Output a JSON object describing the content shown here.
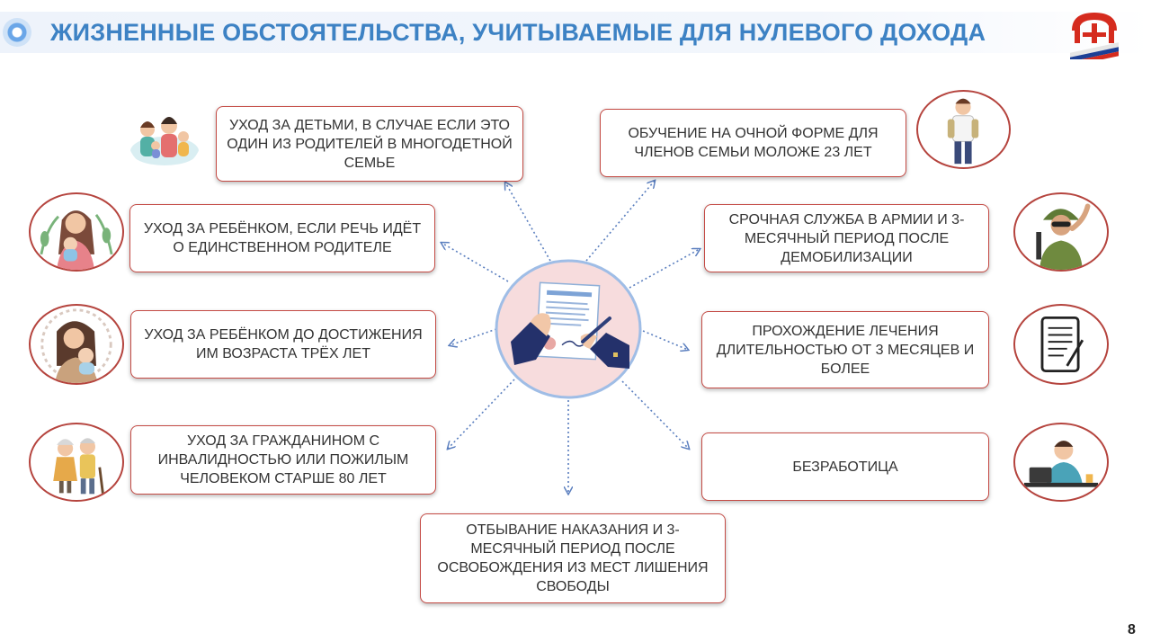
{
  "header": {
    "title": "ЖИЗНЕННЫЕ ОБСТОЯТЕЛЬСТВА, УЧИТЫВАЕМЫЕ ДЛЯ НУЛЕВОГО ДОХОДА"
  },
  "logo": {
    "icon": "pfr-logo-icon",
    "colors": {
      "red": "#d52b1e",
      "blue": "#1c3f95",
      "white": "#ffffff"
    }
  },
  "colors": {
    "title": "#3d82c4",
    "card_border": "#c44a44",
    "icon_border": "#b5443e",
    "arrow": "#5b7fbf"
  },
  "left_items": [
    {
      "id": "children-large-family",
      "text": "Уход за детьми, в случае  если это один из родителей в многодетной семье",
      "icon": "family-icon"
    },
    {
      "id": "child-single-parent",
      "text": "Уход за ребёнком, если речь идёт о единственном родителе",
      "icon": "mother-child-icon"
    },
    {
      "id": "child-under-three",
      "text": "Уход за ребёнком до достижения им возраста трёх лет",
      "icon": "baby-care-icon"
    },
    {
      "id": "disabled-or-elderly",
      "text": "Уход за гражданином с инвалидностью или пожилым человеком старше 80 лет",
      "icon": "elderly-couple-icon"
    }
  ],
  "right_items": [
    {
      "id": "full-time-study",
      "text": "Обучение на очной форме для членов семьи моложе 23 лет",
      "icon": "student-icon"
    },
    {
      "id": "military-service",
      "text": "Срочная служба в армии и 3-месячный период после демобилизации",
      "icon": "soldier-icon"
    },
    {
      "id": "long-treatment",
      "text": "Прохождение лечения длительностью от 3 месяцев и более",
      "icon": "document-icon"
    },
    {
      "id": "unemployment",
      "text": "Безработица",
      "icon": "job-seeker-laptop-icon"
    }
  ],
  "bottom_item": {
    "id": "imprisonment",
    "text": "Отбывание наказания и 3-месячный период после освобождения из мест лишения свободы"
  },
  "hub": {
    "icon": "signing-document-icon"
  },
  "page_number": "8"
}
